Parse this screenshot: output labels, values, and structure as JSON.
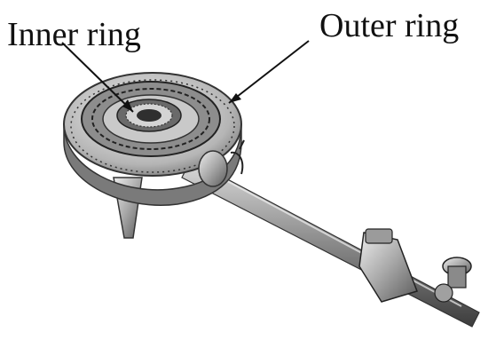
{
  "labels": {
    "inner": "Inner ring",
    "outer": "Outer ring"
  },
  "colors": {
    "ink": "#111111",
    "metal_light": "#d8d8d8",
    "metal_mid": "#9a9a9a",
    "metal_dark": "#4a4a4a"
  },
  "icons": [
    "gas-burner-illustration",
    "arrow-inner",
    "arrow-outer"
  ]
}
